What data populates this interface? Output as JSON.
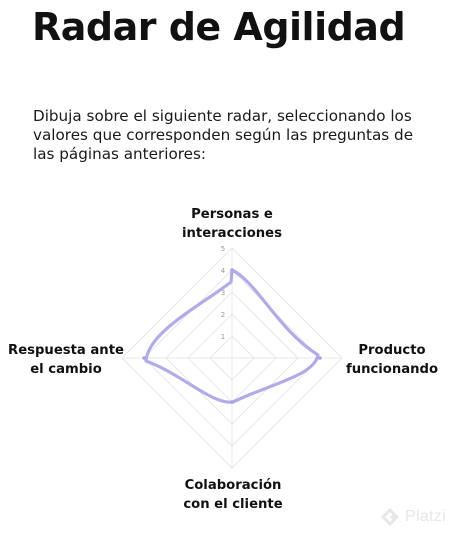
{
  "page": {
    "title": "Radar de Agilidad",
    "instructions": "Dibuja sobre el siguiente radar, seleccionando los valores que corresponden según las preguntas de las páginas anteriores:"
  },
  "chart_data": {
    "type": "radar",
    "title": "",
    "axes": [
      {
        "line1": "Personas e",
        "line2": "interacciones"
      },
      {
        "line1": "Producto",
        "line2": "funcionando"
      },
      {
        "line1": "Colaboración",
        "line2": "con el cliente"
      },
      {
        "line1": "Respuesta ante",
        "line2": "el cambio"
      }
    ],
    "scale": {
      "min": 0,
      "max": 5,
      "tick_labels": [
        "1",
        "2",
        "3",
        "4",
        "5"
      ]
    },
    "series": [
      {
        "values": [
          4,
          4,
          2,
          4
        ],
        "color": "#a9a3e6"
      }
    ],
    "grid_color": "#e8e8e8",
    "tick_color": "#9a9a9a"
  },
  "watermark": {
    "text": "Platzi",
    "icon": "platzi-logo-icon"
  }
}
